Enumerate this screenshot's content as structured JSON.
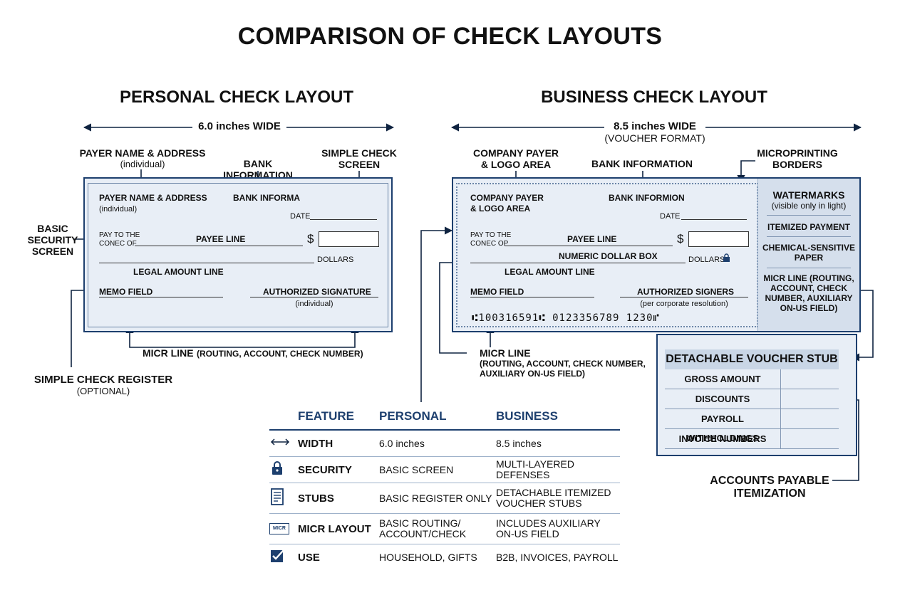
{
  "title": "COMPARISON OF CHECK LAYOUTS",
  "personal": {
    "heading": "PERSONAL CHECK LAYOUT",
    "width_label": "6.0 inches WIDE",
    "callouts": {
      "payer_title": "PAYER NAME & ADDRESS",
      "payer_sub": "(individual)",
      "bank": "BANK INFORMATION",
      "screen": "SIMPLE CHECK SCREEN",
      "security": "BASIC SECURITY SCREEN",
      "micr_title": "MICR LINE",
      "micr_sub": "(ROUTING, ACCOUNT, CHECK NUMBER)",
      "register_title": "SIMPLE CHECK REGISTER",
      "register_sub": "(OPTIONAL)"
    },
    "check": {
      "payer": "PAYER NAME & ADDRESS",
      "payer_sub": "(individual)",
      "bank": "BANK INFORMA",
      "date": "DATE",
      "pay_to": "PAY TO THE",
      "conec_of": "CONEC OF",
      "payee": "PAYEE LINE",
      "dollar": "$",
      "dollars": "DOLLARS",
      "legal": "LEGAL AMOUNT LINE",
      "memo": "MEMO FIELD",
      "sig": "AUTHORIZED SIGNATURE",
      "sig_sub": "(individual)"
    }
  },
  "business": {
    "heading": "BUSINESS CHECK LAYOUT",
    "width_label": "8.5 inches WIDE",
    "width_sub": "(VOUCHER FORMAT)",
    "callouts": {
      "company": "COMPANY PAYER & LOGO AREA",
      "bank": "BANK INFORMATION",
      "microprint": "MICROPRINTING BORDERS",
      "micr_title": "MICR LINE",
      "micr_sub": "(ROUTING, ACCOUNT, CHECK NUMBER, AUXILIARY ON-US FIELD)",
      "numeric_box": "NUMERIC DOLLAR BOX",
      "ap": "ACCOUNTS PAYABLE ITEMIZATION"
    },
    "check": {
      "company": "COMPANY PAYER",
      "logo": "& LOGO AREA",
      "bank": "BANK INFORMION",
      "date": "DATE",
      "pay_to": "PAY TO THE",
      "conec_of": "CONEC OP",
      "payee": "PAYEE LINE",
      "dollar": "$",
      "dollars": "DOLLARS",
      "legal": "LEGAL AMOUNT LINE",
      "memo": "MEMO FIELD",
      "sig": "AUTHORIZED SIGNERS",
      "sig_sub": "(per corporate resolution)",
      "micr": "⑆100316591⑆  0123356789  1230⑈"
    },
    "side_panel": {
      "watermarks": "WATERMARKS",
      "watermarks_sub": "(visible only in light)",
      "itemized": "ITEMIZED PAYMENT",
      "chemical": "CHEMICAL-SENSITIVE PAPER",
      "micr": "MICR LINE (ROUTING, ACCOUNT, CHECK NUMBER, AUXILIARY ON-US FIELD)"
    },
    "voucher": {
      "title": "DETACHABLE VOUCHER STUB",
      "rows": [
        "GROSS AMOUNT",
        "DISCOUNTS",
        "PAYROLL WITHHOLDINGS",
        "INVOICE NUMBERS"
      ]
    }
  },
  "table": {
    "headers": [
      "FEATURE",
      "PERSONAL",
      "BUSINESS"
    ],
    "rows": [
      {
        "icon": "width-arrows-icon",
        "feature": "WIDTH",
        "personal": "6.0 inches",
        "business": "8.5 inches"
      },
      {
        "icon": "lock-icon",
        "feature": "SECURITY",
        "personal": "BASIC SCREEN",
        "business": "MULTI-LAYERED DEFENSES"
      },
      {
        "icon": "stub-document-icon",
        "feature": "STUBS",
        "personal": "BASIC REGISTER ONLY",
        "business": "DETACHABLE ITEMIZED VOUCHER STUBS"
      },
      {
        "icon": "micr-badge-icon",
        "feature": "MICR LAYOUT",
        "personal": "BASIC ROUTING/ ACCOUNT/CHECK",
        "business": "INCLUDES AUXILIARY ON-US FIELD"
      },
      {
        "icon": "checkbox-icon",
        "feature": "USE",
        "personal": "HOUSEHOLD, GIFTS",
        "business": "B2B, INVOICES, PAYROLL"
      }
    ],
    "micr_badge": "MICR"
  },
  "colors": {
    "navy": "#0f2340",
    "check_fill": "#e8eef6",
    "panel_fill": "#d5dfec",
    "accent": "#1d3f6e"
  }
}
